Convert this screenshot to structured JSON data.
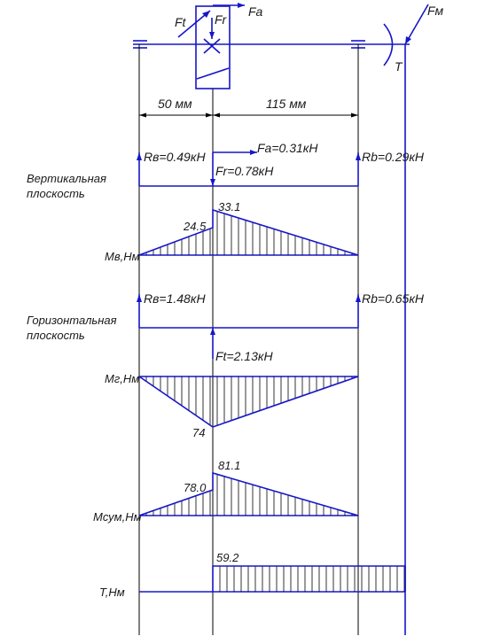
{
  "top": {
    "ft_left": "Ft",
    "fr": "Fr",
    "fa": "Fa",
    "fm": "Fм",
    "t": "T",
    "dim_left": "50 мм",
    "dim_right": "115 мм"
  },
  "vertical": {
    "title_line1": "Вертикальная",
    "title_line2": "плоскость",
    "ra": "Rв=0.49кН",
    "fa": "Fa=0.31кН",
    "fr": "Fr=0.78кН",
    "rb": "Rb=0.29кН",
    "moment_label": "Mв,Нм",
    "m_left": "24.5",
    "m_right": "33.1"
  },
  "horizontal": {
    "title_line1": "Горизонтальная",
    "title_line2": "плоскость",
    "ra": "Rв=1.48кН",
    "rb": "Rb=0.65кН",
    "ft": "Ft=2.13кН",
    "moment_label": "Mг,Нм",
    "m_value": "74"
  },
  "summary": {
    "moment_label": "Mсум,Нм",
    "m_left": "78.0",
    "m_right": "81.1"
  },
  "torque": {
    "label": "T,Нм",
    "value": "59.2"
  }
}
